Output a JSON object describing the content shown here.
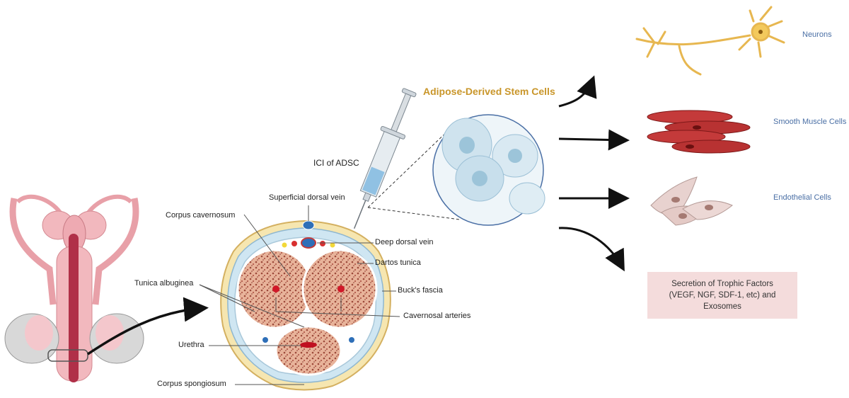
{
  "labels": {
    "ici": "ICI of ADSC",
    "adsc_title": "Adipose-Derived Stem Cells",
    "superficial_dorsal_vein": "Superficial dorsal vein",
    "corpus_cavernosum": "Corpus cavernosum",
    "deep_dorsal_vein": "Deep dorsal vein",
    "dartos_tunica": "Dartos tunica",
    "tunica_albuginea": "Tunica albuginea",
    "bucks_fascia": "Buck's fascia",
    "cavernosal_arteries": "Cavernosal arteries",
    "urethra": "Urethra",
    "corpus_spongiosum": "Corpus spongiosum"
  },
  "outcomes": {
    "neurons": "Neurons",
    "smooth_muscle": "Smooth Muscle Cells",
    "endothelial": "Endothelial Cells",
    "trophic_line1": "Secretion of Trophic Factors",
    "trophic_line2": "(VEGF, NGF, SDF-1, etc) and",
    "trophic_line3": "Exosomes"
  },
  "colors": {
    "title_gold": "#c9962a",
    "outcome_blue": "#4a6fa5",
    "tissue_red": "#c0392b",
    "trophic_bg": "#f4dcdc"
  }
}
